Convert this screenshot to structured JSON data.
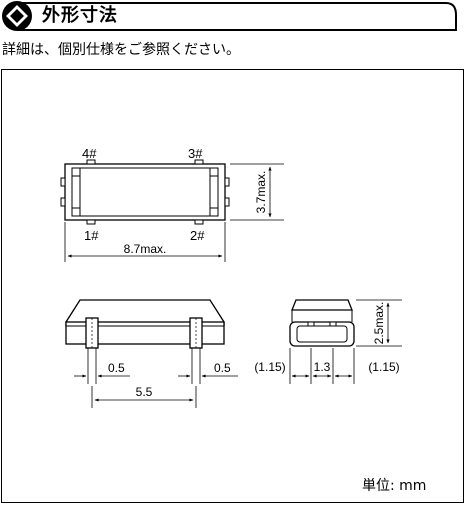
{
  "header": {
    "title": "外形寸法",
    "icon": "diamond-bullet-icon"
  },
  "intro_text": "詳細は、個別仕様をご参照ください。",
  "drawing": {
    "top_view": {
      "pins": {
        "p4": "4#",
        "p3": "3#",
        "p1": "1#",
        "p2": "2#"
      },
      "width_label": "8.7max.",
      "height_label": "3.7max."
    },
    "front_view": {
      "pin_width_label": "0.5",
      "pin_width_label_right": "0.5",
      "pitch_label": "5.5"
    },
    "side_view": {
      "height_label": "2.5max.",
      "left_gap_label": "(1.15)",
      "center_label": "1.3",
      "right_gap_label": "(1.15)"
    },
    "unit_note": "単位: mm"
  }
}
